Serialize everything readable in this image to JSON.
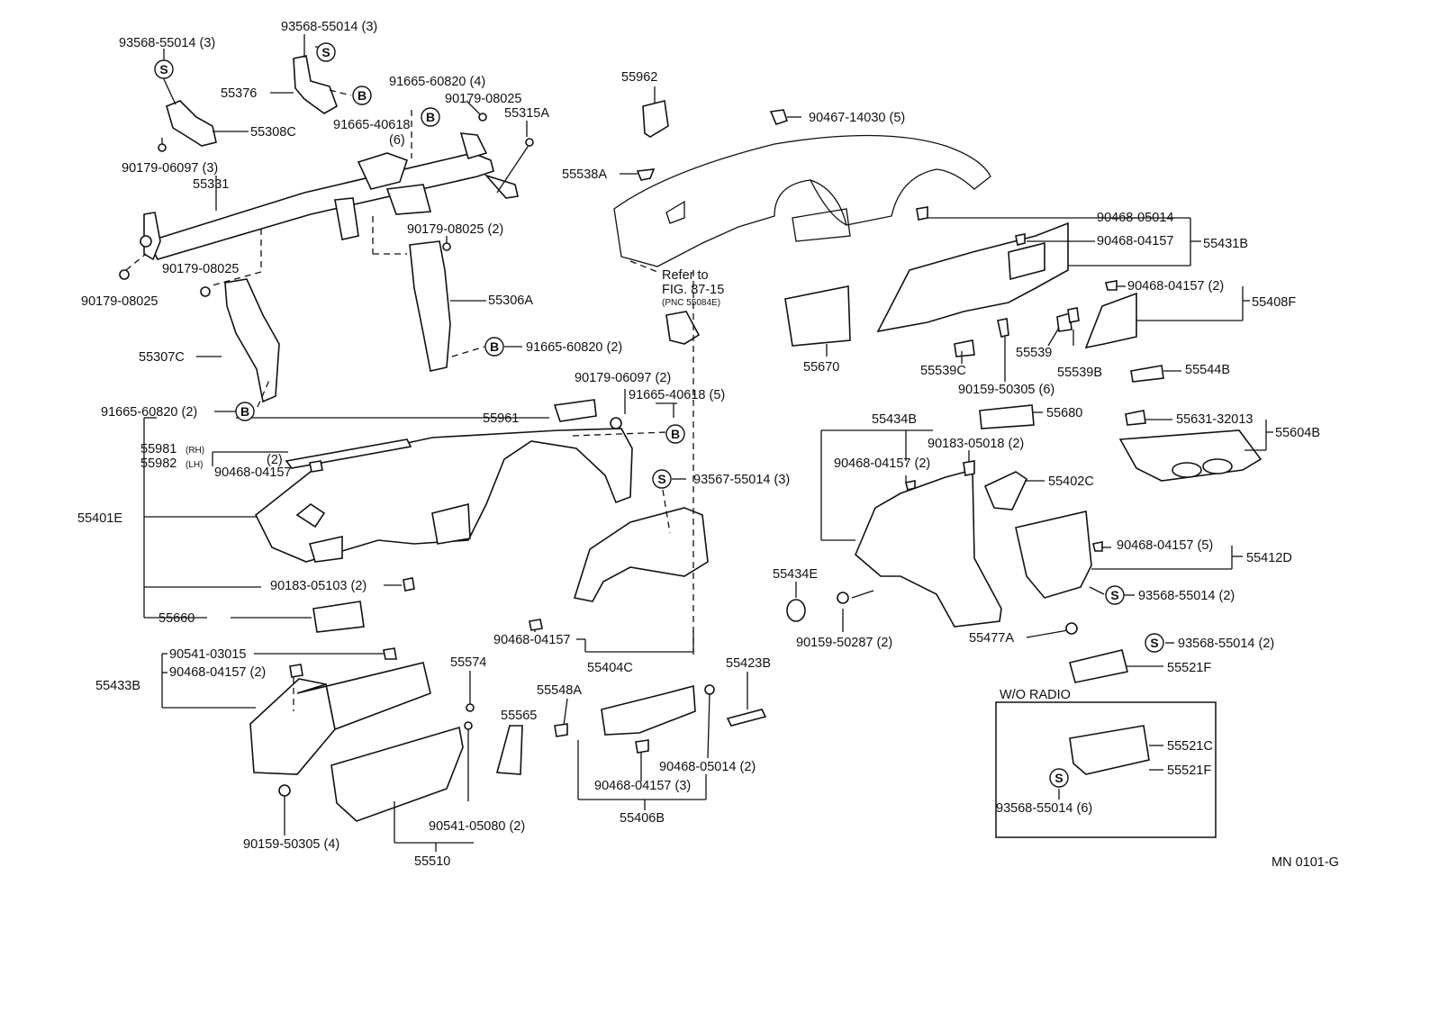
{
  "labels": {
    "l_93568_3a": "93568-55014 (3)",
    "l_93568_3b": "93568-55014 (3)",
    "l_55376": "55376",
    "l_91665_4": "91665-60820 (4)",
    "l_90179_08025a": "90179-08025",
    "l_55315a": "55315A",
    "l_91665_40618": "91665-40618",
    "l_6": "(6)",
    "l_55308c": "55308C",
    "l_90179_06097_3": "90179-06097 (3)",
    "l_55331": "55331",
    "l_90179_08025_2": "90179-08025 (2)",
    "l_90179_08025b": "90179-08025",
    "l_90179_08025c": "90179-08025",
    "l_55306a": "55306A",
    "l_91665_60820_2a": "91665-60820 (2)",
    "l_55307c": "55307C",
    "l_91665_60820_2b": "91665-60820 (2)",
    "l_55962top": "55962",
    "l_55538a": "55538A",
    "l_90467": "90467-14030 (5)",
    "l_refer": "Refer to",
    "l_fig": "FIG. 87-15",
    "l_pnc": "(PNC 55084E)",
    "l_90468_05014a": "90468-05014",
    "l_90468_04157a": "90468-04157",
    "l_55431b": "55431B",
    "l_90468_04157_2a": "90468-04157 (2)",
    "l_55408f": "55408F",
    "l_55670": "55670",
    "l_55539": "55539",
    "l_55539c": "55539C",
    "l_55539b": "55539B",
    "l_55544b": "55544B",
    "l_90159_50305_6": "90159-50305 (6)",
    "l_90179_06097_2": "90179-06097 (2)",
    "l_91665_40618_5": "91665-40618 (5)",
    "l_55961": "55961",
    "l_55981": "55981",
    "l_rh": "(RH)",
    "l_55982": "55982",
    "l_lh": "(LH)",
    "l_2": "(2)",
    "l_90468_04157b": "90468-04157",
    "l_93567": "93567-55014 (3)",
    "l_55401e": "55401E",
    "l_90183_05103": "90183-05103 (2)",
    "l_55660": "55660",
    "l_90468_04157c": "90468-04157",
    "l_55404c": "55404C",
    "l_55434b": "55434B",
    "l_55680": "55680",
    "l_90183_05018": "90183-05018 (2)",
    "l_90468_04157_2b": "90468-04157 (2)",
    "l_55631": "55631-32013",
    "l_55604b": "55604B",
    "l_55402c": "55402C",
    "l_90468_04157_5": "90468-04157 (5)",
    "l_55412d": "55412D",
    "l_93568_2a": "93568-55014 (2)",
    "l_55434e": "55434E",
    "l_90159_50287": "90159-50287 (2)",
    "l_55477a": "55477A",
    "l_93568_2b": "93568-55014 (2)",
    "l_55521f_a": "55521F",
    "l_wo_radio": "W/O RADIO",
    "l_55521c": "55521C",
    "l_55521f_b": "55521F",
    "l_93568_6": "93568-55014 (6)",
    "l_90541_03015": "90541-03015",
    "l_90468_04157_2c": "90468-04157 (2)",
    "l_55433b": "55433B",
    "l_55574": "55574",
    "l_55548a": "55548A",
    "l_55423b": "55423B",
    "l_55565": "55565",
    "l_90468_05014_2": "90468-05014 (2)",
    "l_90468_04157_3": "90468-04157 (3)",
    "l_55406b": "55406B",
    "l_90159_50305_4": "90159-50305 (4)",
    "l_90541_05080": "90541-05080 (2)",
    "l_55510": "55510",
    "l_code": "MN 0101-G"
  },
  "callouts": {
    "s": "S",
    "b": "B"
  }
}
